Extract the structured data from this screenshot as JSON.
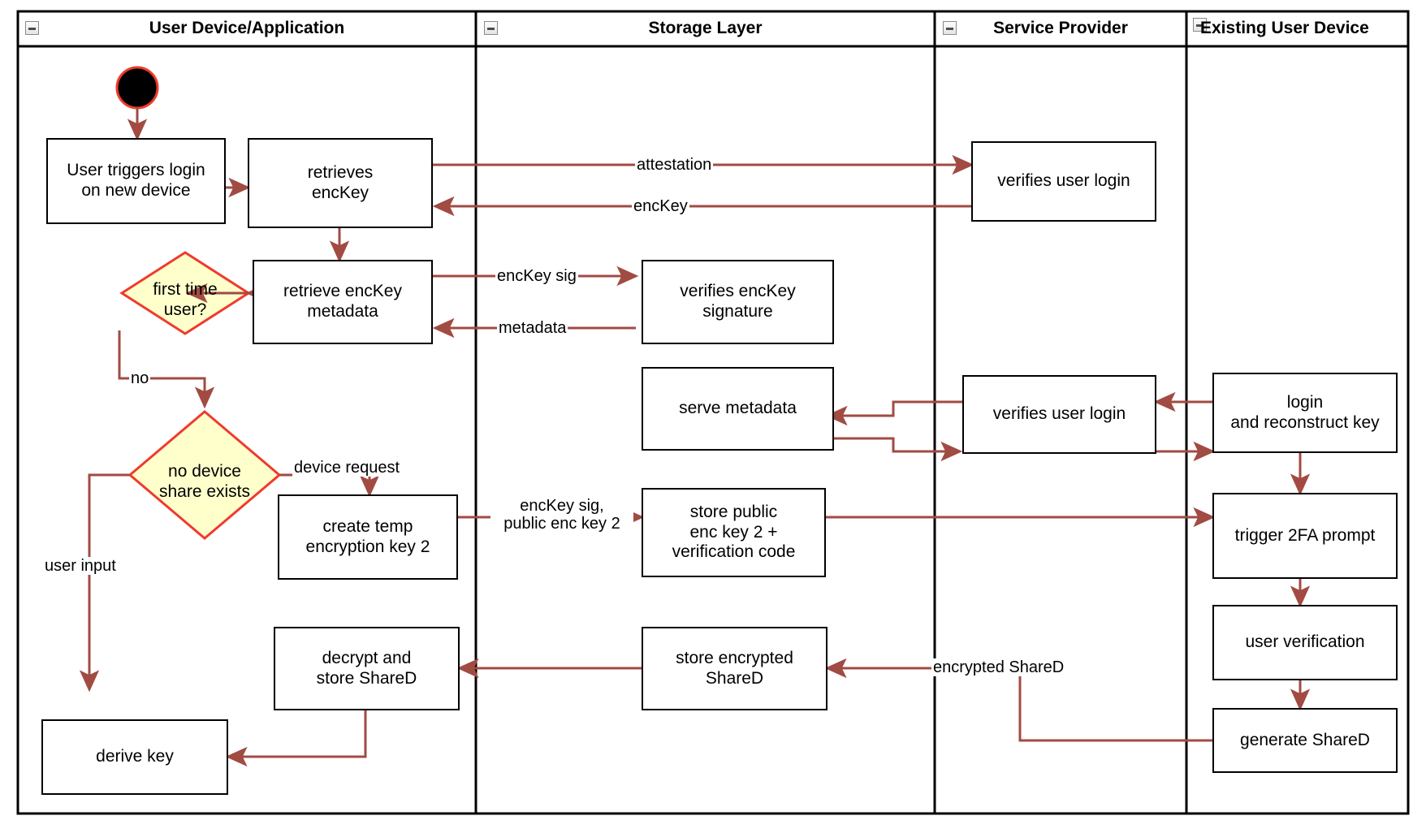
{
  "diagram": {
    "title": "Key recovery / device onboarding activity diagram",
    "type": "uml-activity-swimlane",
    "colors": {
      "lane_border": "#000000",
      "node_border": "#000000",
      "node_fill": "#ffffff",
      "decision_fill": "#ffffcc",
      "decision_border": "#ef3b2c",
      "edge": "#a14b43",
      "start_fill": "#000000",
      "start_ring": "#ef3b2c",
      "background": "#ffffff"
    }
  },
  "lanes": [
    {
      "id": "lane-user-device",
      "label": "User Device/Application",
      "collapse_icon": "minus-box-icon"
    },
    {
      "id": "lane-storage",
      "label": "Storage Layer",
      "collapse_icon": "minus-box-icon"
    },
    {
      "id": "lane-service-provider",
      "label": "Service Provider",
      "collapse_icon": "minus-box-icon"
    },
    {
      "id": "lane-existing-device",
      "label": "Existing User Device",
      "collapse_icon": "minus-box-icon"
    }
  ],
  "nodes": {
    "start": {
      "type": "initial-node",
      "label": ""
    },
    "user_triggers_login": {
      "label": "User triggers login\non new device",
      "lane": "lane-user-device"
    },
    "retrieves_enckey": {
      "label": "retrieves\nencKey",
      "lane": "lane-user-device"
    },
    "retrieve_enckey_metadata": {
      "label": "retrieve encKey\nmetadata",
      "lane": "lane-user-device"
    },
    "first_time_user": {
      "label": "first time\nuser?",
      "lane": "lane-user-device",
      "type": "decision"
    },
    "no_device_share_exists": {
      "label": "no device\nshare exists",
      "lane": "lane-user-device",
      "type": "decision"
    },
    "create_temp_encryption_key_2": {
      "label": "create temp\nencryption key 2",
      "lane": "lane-user-device"
    },
    "decrypt_and_store_shared": {
      "label": "decrypt and\nstore ShareD",
      "lane": "lane-user-device"
    },
    "derive_key": {
      "label": "derive key",
      "lane": "lane-user-device"
    },
    "verifies_enckey_signature": {
      "label": "verifies encKey\nsignature",
      "lane": "lane-storage"
    },
    "serve_metadata": {
      "label": "serve metadata",
      "lane": "lane-storage"
    },
    "store_public_enc_key_2": {
      "label": "store public\nenc key 2 +\nverification code",
      "lane": "lane-storage"
    },
    "store_encrypted_shared": {
      "label": "store encrypted\nShareD",
      "lane": "lane-storage"
    },
    "verifies_user_login_1": {
      "label": "verifies user login",
      "lane": "lane-service-provider"
    },
    "verifies_user_login_2": {
      "label": "verifies user login",
      "lane": "lane-service-provider"
    },
    "login_and_reconstruct_key": {
      "label": "login\nand reconstruct key",
      "lane": "lane-existing-device"
    },
    "trigger_2fa_prompt": {
      "label": "trigger 2FA prompt",
      "lane": "lane-existing-device"
    },
    "user_verification": {
      "label": "user verification",
      "lane": "lane-existing-device"
    },
    "generate_shared": {
      "label": "generate ShareD",
      "lane": "lane-existing-device"
    }
  },
  "edge_labels": {
    "attestation": "attestation",
    "enckey": "encKey",
    "enckey_sig": "encKey sig",
    "metadata": "metadata",
    "no": "no",
    "device_request": "device request",
    "enckey_sig_public_enc_key_2": "encKey sig,\npublic enc key 2",
    "user_input": "user input",
    "encrypted_shared": "encrypted ShareD"
  }
}
